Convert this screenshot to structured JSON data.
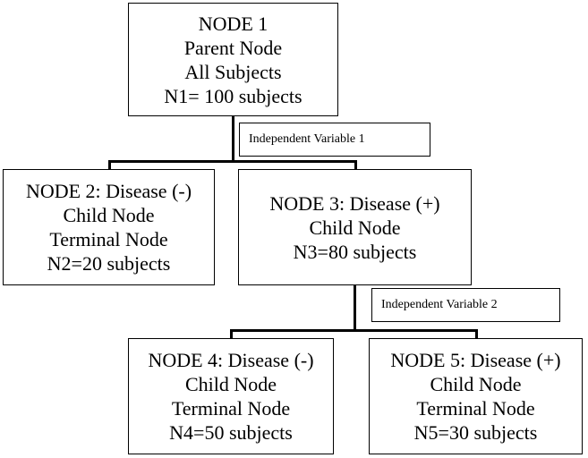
{
  "diagram": {
    "nodes": [
      {
        "id": "node1",
        "lines": [
          "NODE 1",
          "Parent Node",
          "All Subjects",
          "N1= 100 subjects"
        ]
      },
      {
        "id": "node2",
        "lines": [
          "NODE 2: Disease (-)",
          "Child Node",
          "Terminal Node",
          "N2=20 subjects"
        ]
      },
      {
        "id": "node3",
        "lines": [
          "NODE 3: Disease (+)",
          "Child Node",
          "N3=80 subjects"
        ]
      },
      {
        "id": "node4",
        "lines": [
          "NODE 4: Disease (-)",
          "Child Node",
          "Terminal Node",
          "N4=50 subjects"
        ]
      },
      {
        "id": "node5",
        "lines": [
          "NODE 5: Disease (+)",
          "Child Node",
          "Terminal Node",
          "N5=30 subjects"
        ]
      }
    ],
    "split_labels": [
      {
        "id": "var1",
        "text": "Independent Variable 1"
      },
      {
        "id": "var2",
        "text": "Independent Variable 2"
      }
    ],
    "edges": [
      {
        "from": "node1",
        "to": "node2",
        "via": "var1"
      },
      {
        "from": "node1",
        "to": "node3",
        "via": "var1"
      },
      {
        "from": "node3",
        "to": "node4",
        "via": "var2"
      },
      {
        "from": "node3",
        "to": "node5",
        "via": "var2"
      }
    ],
    "line_color": "#000000",
    "box_border_color": "#000000",
    "background_color": "#ffffff"
  }
}
